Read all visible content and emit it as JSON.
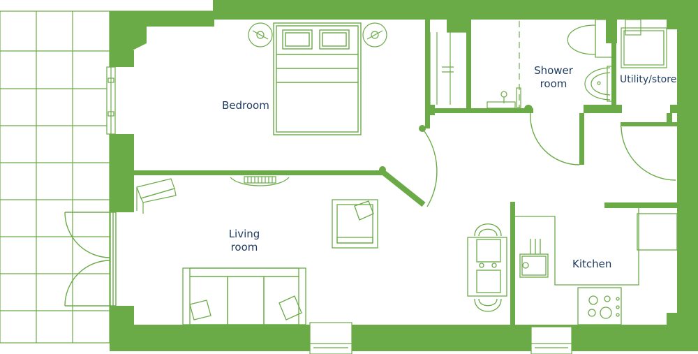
{
  "colors": {
    "wall": "#6aab47",
    "line": "#6aab47",
    "label": "#1e3a5f",
    "background": "#ffffff"
  },
  "rooms": {
    "bedroom": "Bedroom",
    "living_line1": "Living",
    "living_line2": "room",
    "shower_line1": "Shower",
    "shower_line2": "room",
    "utility": "Utility/store",
    "kitchen": "Kitchen"
  }
}
